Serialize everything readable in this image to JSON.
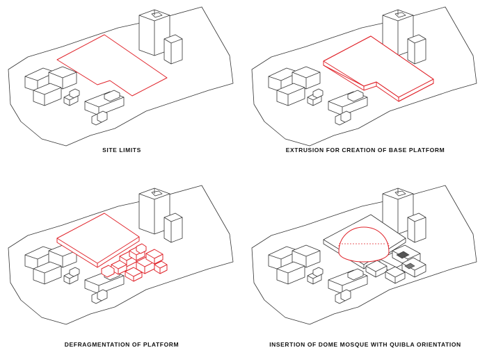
{
  "panels": [
    {
      "caption": "SITE LIMITS"
    },
    {
      "caption": "EXTRUSION FOR CREATION OF BASE PLATFORM"
    },
    {
      "caption": "DEFRAGMENTATION OF PLATFORM"
    },
    {
      "caption": "INSERTION OF DOME MOSQUE WITH QUIBLA ORIENTATION"
    }
  ],
  "colors": {
    "line": "#333333",
    "site_highlight": "#e0242b",
    "background": "#ffffff"
  }
}
